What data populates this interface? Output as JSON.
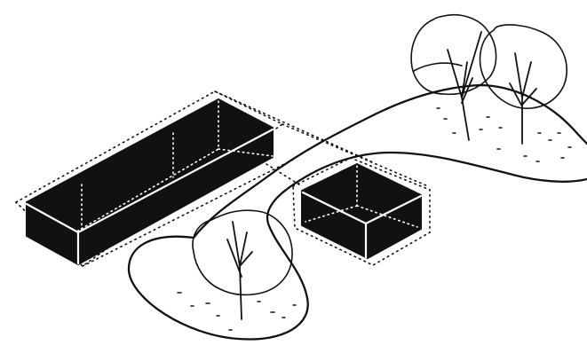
{
  "scene": {
    "colors": {
      "ink": "#111111",
      "paper": "#ffffff"
    },
    "objects": [
      {
        "name": "long-block",
        "kind": "solid black rectangular block with dotted outline"
      },
      {
        "name": "short-block",
        "kind": "solid black square block with dotted outline"
      },
      {
        "name": "tree",
        "kind": "outlined deciduous tree",
        "count": 3
      },
      {
        "name": "winding-path",
        "kind": "continuous curved line"
      }
    ]
  }
}
